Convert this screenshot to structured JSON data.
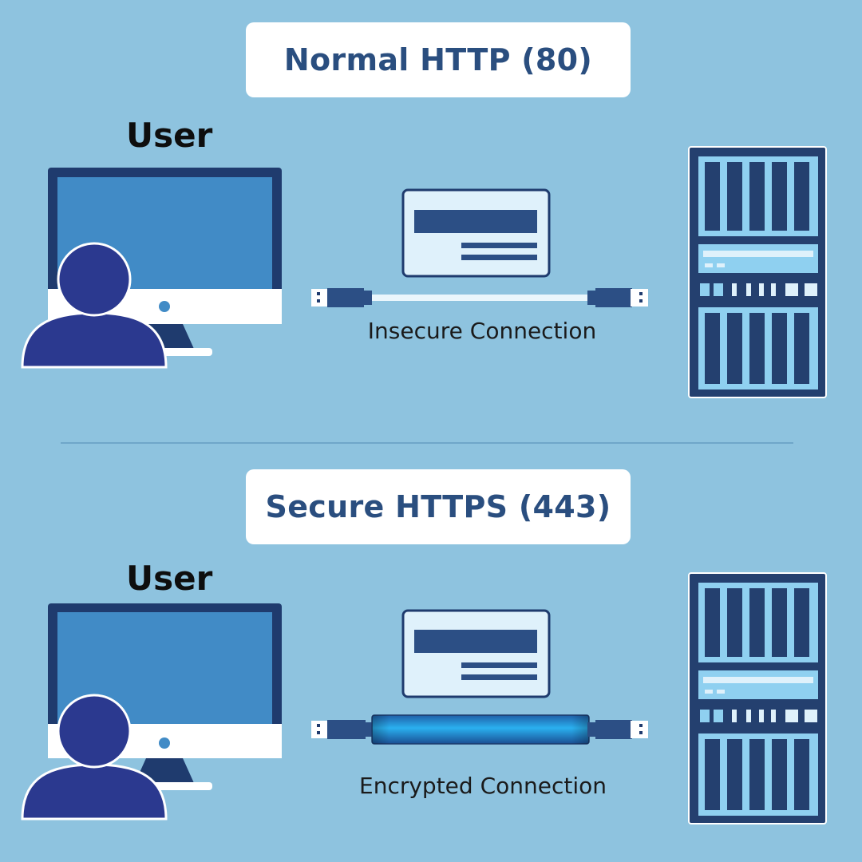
{
  "sections": [
    {
      "title": "Normal HTTP (80)",
      "user_label": "User",
      "connection_label": "Insecure Connection",
      "encrypted": false
    },
    {
      "title": "Secure HTTPS (443)",
      "user_label": "User",
      "connection_label": "Encrypted Connection",
      "encrypted": true
    }
  ],
  "icons": {
    "user": "person-icon",
    "client": "desktop-monitor-icon",
    "data": "data-packet-icon",
    "cable": "usb-cable-icon",
    "server": "server-rack-icon"
  },
  "colors": {
    "background": "#8ec3df",
    "navy": "#1f3b6e",
    "person": "#2b398f",
    "screen": "#418bc6",
    "server_bay": "#8fd0f0",
    "title_text": "#2a4e7f"
  }
}
